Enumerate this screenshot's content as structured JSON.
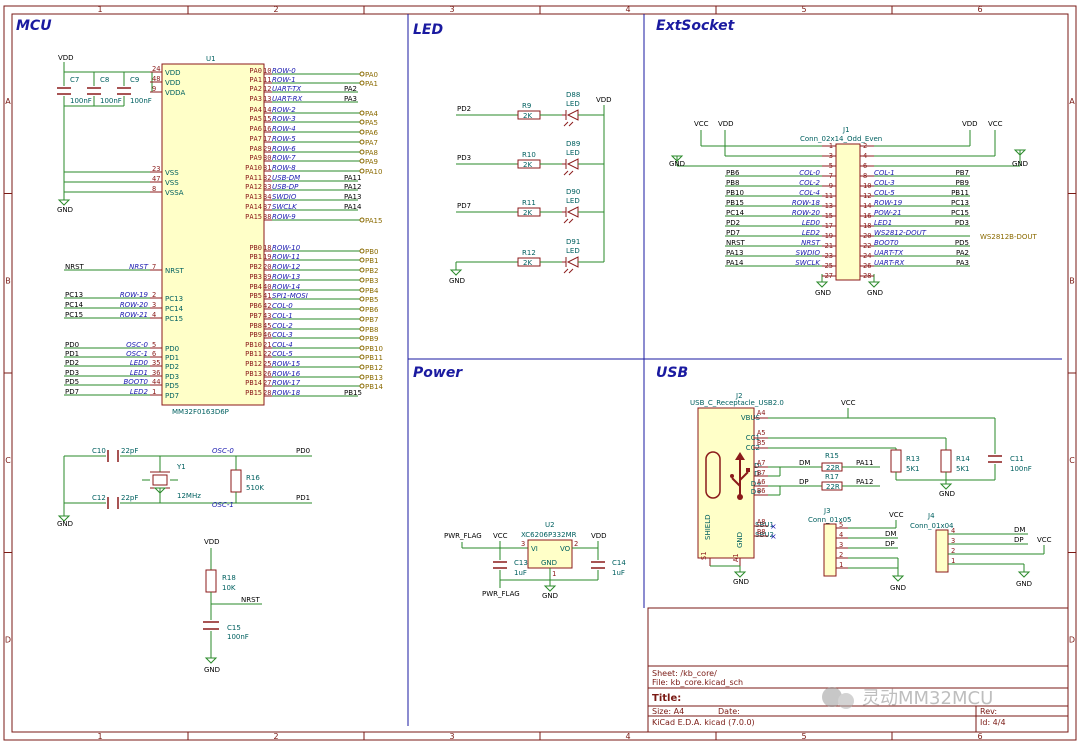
{
  "border": {
    "cols": [
      "1",
      "2",
      "3",
      "4",
      "5",
      "6"
    ],
    "rows": [
      "A",
      "B",
      "C",
      "D"
    ]
  },
  "sections": {
    "mcu": "MCU",
    "led": "LED",
    "extsocket": "ExtSocket",
    "power": "Power",
    "usb": "USB"
  },
  "mcu": {
    "ref": "U1",
    "part": "MM32F0163D6P",
    "left_pins": [
      {
        "num": "24",
        "name": "VDD"
      },
      {
        "num": "48",
        "name": "VDD"
      },
      {
        "num": "9",
        "name": "VDDA"
      },
      {
        "num": "23",
        "name": "VSS"
      },
      {
        "num": "47",
        "name": "VSS"
      },
      {
        "num": "8",
        "name": "VSSA"
      },
      {
        "num": "7",
        "name": "NRST",
        "label": "NRST",
        "net": "NRST"
      },
      {
        "num": "2",
        "name": "PC13",
        "label": "ROW-19",
        "net": "PC13"
      },
      {
        "num": "3",
        "name": "PC14",
        "label": "ROW-20",
        "net": "PC14"
      },
      {
        "num": "4",
        "name": "PC15",
        "label": "ROW-21",
        "net": "PC15"
      },
      {
        "num": "5",
        "name": "PD0",
        "label": "OSC-0",
        "net": "PD0"
      },
      {
        "num": "6",
        "name": "PD1",
        "label": "OSC-1",
        "net": "PD1"
      },
      {
        "num": "35",
        "name": "PD2",
        "label": "LED0",
        "net": "PD2"
      },
      {
        "num": "36",
        "name": "PD3",
        "label": "LED1",
        "net": "PD3"
      },
      {
        "num": "44",
        "name": "PD5",
        "label": "BOOT0",
        "net": "PD5"
      },
      {
        "num": "1",
        "name": "PD7",
        "label": "LED2",
        "net": "PD7"
      }
    ],
    "right_pins": [
      {
        "num": "10",
        "name": "PA0",
        "label": "ROW-0",
        "out": "PA0",
        "glob": true
      },
      {
        "num": "11",
        "name": "PA1",
        "label": "ROW-1",
        "out": "PA1",
        "glob": true
      },
      {
        "num": "12",
        "name": "PA2",
        "label": "UART-TX",
        "out": "PA2",
        "glob": false
      },
      {
        "num": "13",
        "name": "PA3",
        "label": "UART-RX",
        "out": "PA3",
        "glob": false
      },
      {
        "num": "14",
        "name": "PA4",
        "label": "ROW-2",
        "out": "PA4",
        "glob": true
      },
      {
        "num": "15",
        "name": "PA5",
        "label": "ROW-3",
        "out": "PA5",
        "glob": true
      },
      {
        "num": "16",
        "name": "PA6",
        "label": "ROW-4",
        "out": "PA6",
        "glob": true
      },
      {
        "num": "17",
        "name": "PA7",
        "label": "ROW-5",
        "out": "PA7",
        "glob": true
      },
      {
        "num": "29",
        "name": "PA8",
        "label": "ROW-6",
        "out": "PA8",
        "glob": true
      },
      {
        "num": "30",
        "name": "PA9",
        "label": "ROW-7",
        "out": "PA9",
        "glob": true
      },
      {
        "num": "31",
        "name": "PA10",
        "label": "ROW-8",
        "out": "PA10",
        "glob": true
      },
      {
        "num": "32",
        "name": "PA11",
        "label": "USB-DM",
        "out": "PA11",
        "glob": false
      },
      {
        "num": "33",
        "name": "PA12",
        "label": "USB-DP",
        "out": "PA12",
        "glob": false
      },
      {
        "num": "34",
        "name": "PA13",
        "label": "SWDIO",
        "out": "PA13",
        "glob": false
      },
      {
        "num": "37",
        "name": "PA14",
        "label": "SWCLK",
        "out": "PA14",
        "glob": false
      },
      {
        "num": "38",
        "name": "PA15",
        "label": "ROW-9",
        "out": "PA15",
        "glob": true
      },
      {
        "num": "18",
        "name": "PB0",
        "label": "ROW-10",
        "out": "PB0",
        "glob": true
      },
      {
        "num": "19",
        "name": "PB1",
        "label": "ROW-11",
        "out": "PB1",
        "glob": true
      },
      {
        "num": "20",
        "name": "PB2",
        "label": "ROW-12",
        "out": "PB2",
        "glob": true
      },
      {
        "num": "39",
        "name": "PB3",
        "label": "ROW-13",
        "out": "PB3",
        "glob": true
      },
      {
        "num": "40",
        "name": "PB4",
        "label": "ROW-14",
        "out": "PB4",
        "glob": true
      },
      {
        "num": "41",
        "name": "PB5",
        "label": "SPI1-MOSI",
        "out": "PB5",
        "glob": true
      },
      {
        "num": "42",
        "name": "PB6",
        "label": "COL-0",
        "out": "PB6",
        "glob": true
      },
      {
        "num": "43",
        "name": "PB7",
        "label": "COL-1",
        "out": "PB7",
        "glob": true
      },
      {
        "num": "45",
        "name": "PB8",
        "label": "COL-2",
        "out": "PB8",
        "glob": true
      },
      {
        "num": "46",
        "name": "PB9",
        "label": "COL-3",
        "out": "PB9",
        "glob": true
      },
      {
        "num": "21",
        "name": "PB10",
        "label": "COL-4",
        "out": "PB10",
        "glob": true
      },
      {
        "num": "22",
        "name": "PB11",
        "label": "COL-5",
        "out": "PB11",
        "glob": true
      },
      {
        "num": "25",
        "name": "PB12",
        "label": "ROW-15",
        "out": "PB12",
        "glob": true
      },
      {
        "num": "26",
        "name": "PB13",
        "label": "ROW-16",
        "out": "PB13",
        "glob": true
      },
      {
        "num": "27",
        "name": "PB14",
        "label": "ROW-17",
        "out": "PB14",
        "glob": true
      },
      {
        "num": "28",
        "name": "PB15",
        "label": "ROW-18",
        "out": "PB15",
        "glob": false
      }
    ],
    "caps": [
      {
        "ref": "C7",
        "val": "100nF"
      },
      {
        "ref": "C8",
        "val": "100nF"
      },
      {
        "ref": "C9",
        "val": "100nF"
      }
    ],
    "vdd": "VDD",
    "gnd": "GND",
    "crystal": {
      "ref": "Y1",
      "val": "12MHz",
      "c1": "C10",
      "c1v": "22pF",
      "c2": "C12",
      "c2v": "22pF",
      "r": "R16",
      "rv": "510K",
      "osc0": "OSC-0",
      "osc1": "OSC-1",
      "pd0": "PD0",
      "pd1": "PD1"
    },
    "reset": {
      "r": "R18",
      "rv": "10K",
      "c": "C15",
      "cv": "100nF",
      "net": "NRST"
    }
  },
  "led": {
    "items": [
      {
        "net": "PD2",
        "r": "R9",
        "rv": "2K",
        "d": "D88",
        "dv": "LED"
      },
      {
        "net": "PD3",
        "r": "R10",
        "rv": "2K",
        "d": "D89",
        "dv": "LED"
      },
      {
        "net": "PD7",
        "r": "R11",
        "rv": "2K",
        "d": "D90",
        "dv": "LED"
      },
      {
        "net": "",
        "r": "R12",
        "rv": "2K",
        "d": "D91",
        "dv": "LED"
      }
    ],
    "vdd": "VDD",
    "gnd": "GND"
  },
  "ext": {
    "ref": "J1",
    "part": "Conn_02x14_Odd_Even",
    "vcc": "VCC",
    "vdd": "VDD",
    "gnd": "GND",
    "rows": [
      {
        "l": "1",
        "r": "2",
        "ln": "",
        "ll": "",
        "rl": "",
        "rn": ""
      },
      {
        "l": "3",
        "r": "4",
        "ln": "",
        "ll": "",
        "rl": "",
        "rn": ""
      },
      {
        "l": "5",
        "r": "6",
        "ln": "",
        "ll": "",
        "rl": "",
        "rn": ""
      },
      {
        "l": "7",
        "r": "8",
        "ln": "PB6",
        "ll": "COL-0",
        "rl": "COL-1",
        "rn": "PB7"
      },
      {
        "l": "9",
        "r": "10",
        "ln": "PB8",
        "ll": "COL-2",
        "rl": "COL-3",
        "rn": "PB9"
      },
      {
        "l": "11",
        "r": "12",
        "ln": "PB10",
        "ll": "COL-4",
        "rl": "COL-5",
        "rn": "PB11"
      },
      {
        "l": "13",
        "r": "14",
        "ln": "PB15",
        "ll": "ROW-18",
        "rl": "ROW-19",
        "rn": "PC13"
      },
      {
        "l": "15",
        "r": "16",
        "ln": "PC14",
        "ll": "ROW-20",
        "rl": "POW-21",
        "rn": "PC15"
      },
      {
        "l": "17",
        "r": "18",
        "ln": "PD2",
        "ll": "LED0",
        "rl": "LED1",
        "rn": "PD3"
      },
      {
        "l": "19",
        "r": "20",
        "ln": "PD7",
        "ll": "LED2",
        "rl": "WS2812-DOUT",
        "rn": ""
      },
      {
        "l": "21",
        "r": "22",
        "ln": "NRST",
        "ll": "NRST",
        "rl": "BOOT0",
        "rn": "PD5"
      },
      {
        "l": "23",
        "r": "24",
        "ln": "PA13",
        "ll": "SWDIO",
        "rl": "UART-TX",
        "rn": "PA2"
      },
      {
        "l": "25",
        "r": "26",
        "ln": "PA14",
        "ll": "SWCLK",
        "rl": "UART-RX",
        "rn": "PA3"
      },
      {
        "l": "27",
        "r": "28",
        "ln": "",
        "ll": "",
        "rl": "",
        "rn": ""
      }
    ],
    "ws_label": "WS2812B-DOUT"
  },
  "power": {
    "ref": "U2",
    "part": "XC6206P332MR",
    "vi": "VI",
    "vo": "VO",
    "gnd_pin": "GND",
    "pin_in": "3",
    "pin_out": "2",
    "pin_gnd": "1",
    "pwr_flag": "PWR_FLAG",
    "vcc": "VCC",
    "vdd": "VDD",
    "gnd": "GND",
    "c13": "C13",
    "c13v": "1uF",
    "c14": "C14",
    "c14v": "1uF"
  },
  "usb": {
    "ref": "J2",
    "part": "USB_C_Receptacle_USB2.0",
    "vbus": "VBUS",
    "cc1": "CC1",
    "cc2": "CC2",
    "dm": "D-",
    "dp": "D+",
    "sbu1": "SBU1",
    "sbu2": "SBU2",
    "shield": "SHIELD",
    "gndp": "GND",
    "pins": {
      "a4": "A4",
      "a5": "A5",
      "b5": "B5",
      "a7": "A7",
      "b7": "B7",
      "a6": "A6",
      "b6": "B6",
      "a8": "A8",
      "b8": "B8",
      "s1": "S1",
      "a1": "A1"
    },
    "r15": "R15",
    "r15v": "22R",
    "r17": "R17",
    "r17v": "22R",
    "dmn": "DM",
    "dpn": "DP",
    "pa11": "PA11",
    "pa12": "PA12",
    "r13": "R13",
    "r13v": "5K1",
    "r14": "R14",
    "r14v": "5K1",
    "c11": "C11",
    "c11v": "100nF",
    "vcc": "VCC",
    "gnd": "GND",
    "j3": "J3",
    "j3p": "Conn_01x05",
    "j4": "J4",
    "j4p": "Conn_01x04",
    "j3pins": [
      "5",
      "4",
      "3",
      "2",
      "1"
    ],
    "j4pins": [
      "4",
      "3",
      "2",
      "1"
    ],
    "j3nets": {
      "dm": "DM",
      "dp": "DP",
      "vcc": "VCC",
      "gnd": "GND"
    },
    "j4nets": {
      "dm": "DM",
      "dp": "DP",
      "vcc": "VCC",
      "gnd": "GND"
    }
  },
  "title_block": {
    "sheet": "Sheet: /kb_core/",
    "file": "File: kb_core.kicad_sch",
    "title": "Title:",
    "size": "Size: A4",
    "date": "Date:",
    "rev": "Rev:",
    "kicad": "KiCad E.D.A.  kicad (7.0.0)",
    "id": "Id: 4/4"
  },
  "watermark": "灵动MM32MCU"
}
